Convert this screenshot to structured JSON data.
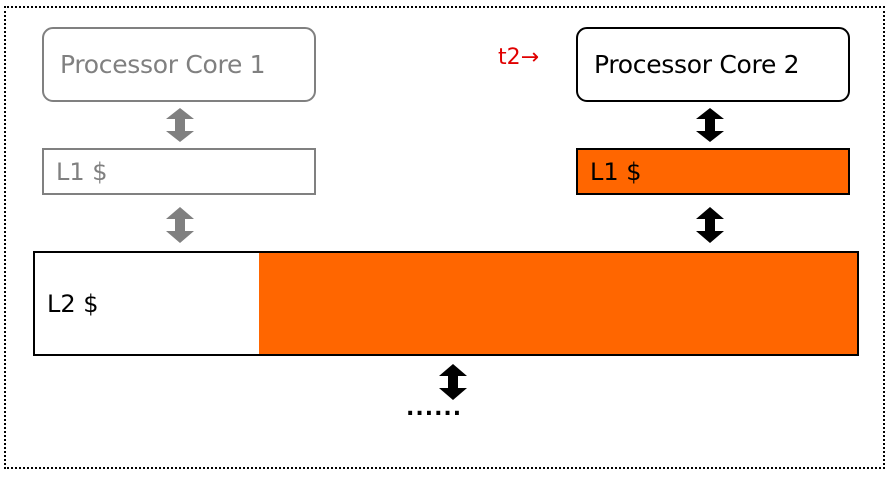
{
  "colors": {
    "active": "#FF6600",
    "inactive": "#808080",
    "marker": "#E00000"
  },
  "core1": {
    "label": "Processor Core 1"
  },
  "core2": {
    "label": "Processor Core 2"
  },
  "l1_core1": {
    "label": "L1 $"
  },
  "l1_core2": {
    "label": "L1 $"
  },
  "l2": {
    "label": "L2 $"
  },
  "marker": {
    "label": "t2→"
  },
  "continuation": {
    "label": "......"
  },
  "icons": {
    "bidirectional_arrow": "double-headed-vertical-arrow"
  }
}
